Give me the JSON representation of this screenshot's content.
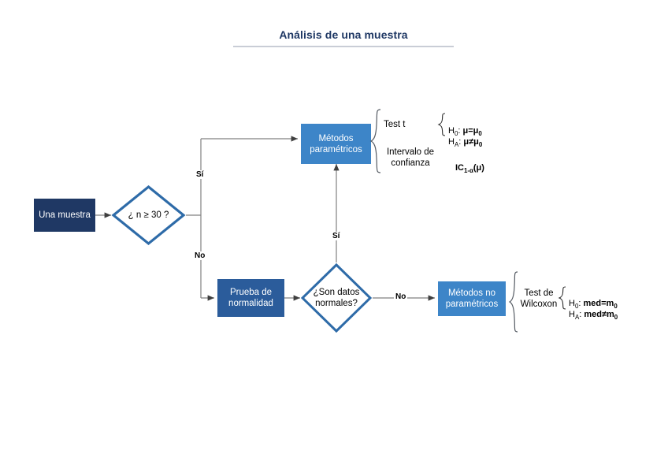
{
  "page": {
    "title": "Análisis de una muestra"
  },
  "colors": {
    "title_navy": "#1F3864",
    "start_box": "#1F3864",
    "mid_box": "#2B5C9B",
    "bright_box": "#3D85C8",
    "diamond_border": "#2E6BA8",
    "diamond_fill": "#FFFFFF",
    "connector": "#808080",
    "rule": "#C9CDD6"
  },
  "nodes": {
    "start": {
      "label": "Una muestra",
      "shape": "rect"
    },
    "decision_n": {
      "label": "¿ n ≥ 30 ?",
      "shape": "diamond"
    },
    "parametric": {
      "label": "Métodos\nparamétricos",
      "shape": "rect"
    },
    "normality_test": {
      "label": "Prueba de\nnormalidad",
      "shape": "rect"
    },
    "decision_normal": {
      "label": "¿Son datos\nnormales?",
      "shape": "diamond"
    },
    "nonparametric": {
      "label": "Métodos no\nparamétricos",
      "shape": "rect"
    }
  },
  "edges": {
    "yes_top": "Sí",
    "no_down": "No",
    "yes_up": "Sí",
    "no_right": "No"
  },
  "annotations": {
    "test_t": "Test t",
    "confidence_interval": "Intervalo de\nconfianza",
    "wilcoxon": "Test de\nWilcoxon"
  },
  "formulas": {
    "t_h0_prefix": "H",
    "t_h0_sub": "0",
    "t_h0_rest": ": μ=μ",
    "t_h0_tail": "0",
    "t_ha_prefix": "H",
    "t_ha_sub": "A",
    "t_ha_rest": ": μ≠μ",
    "t_ha_tail": "0",
    "ci_main": "IC",
    "ci_sub": "1-α",
    "ci_arg": "(μ)",
    "w_h0_prefix": "H",
    "w_h0_sub": "0",
    "w_h0_rest": ": med=m",
    "w_h0_tail": "0",
    "w_ha_prefix": "H",
    "w_ha_sub": "A",
    "w_ha_rest": ": med≠m",
    "w_ha_tail": "0"
  }
}
